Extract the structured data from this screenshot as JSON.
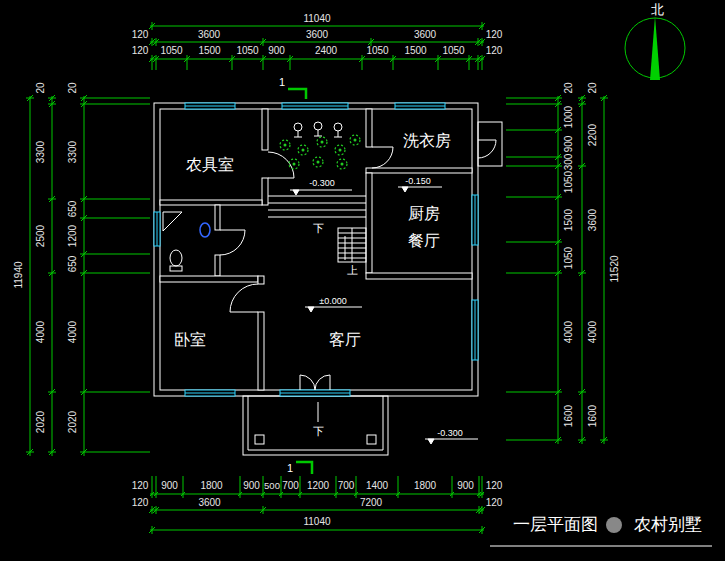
{
  "diagram": {
    "caption": "一层平面图",
    "nodes": [
      {
        "text": [
          "农具室"
        ]
      },
      {
        "text": [
          "洗衣房"
        ]
      },
      {
        "text": [
          "厨房",
          "餐厅"
        ]
      },
      {
        "text": [
          "卧室"
        ]
      },
      {
        "text": [
          "客厅"
        ]
      }
    ],
    "labels": [
      "11040",
      "120",
      "3600",
      "3600",
      "3600",
      "120",
      "120",
      "1050",
      "1500",
      "1050",
      "900",
      "2400",
      "1050",
      "1500",
      "1050",
      "120",
      "120",
      "900",
      "1800",
      "900",
      "500",
      "700",
      "1200",
      "700",
      "1400",
      "1800",
      "900",
      "120",
      "120",
      "3600",
      "7200",
      "120",
      "11040",
      "11940",
      "20",
      "3300",
      "2500",
      "4000",
      "2020",
      "20",
      "3300",
      "650",
      "1200",
      "650",
      "4000",
      "2020",
      "20",
      "1000",
      "900",
      "300",
      "1050",
      "1500",
      "1050",
      "4000",
      "1600",
      "20",
      "2200",
      "3600",
      "4000",
      "1600",
      "11520",
      "北",
      "1",
      "1",
      "-0.300",
      "-0.150",
      "±0.000",
      "-0.300",
      "下",
      "上",
      "下",
      "农村别墅"
    ]
  }
}
